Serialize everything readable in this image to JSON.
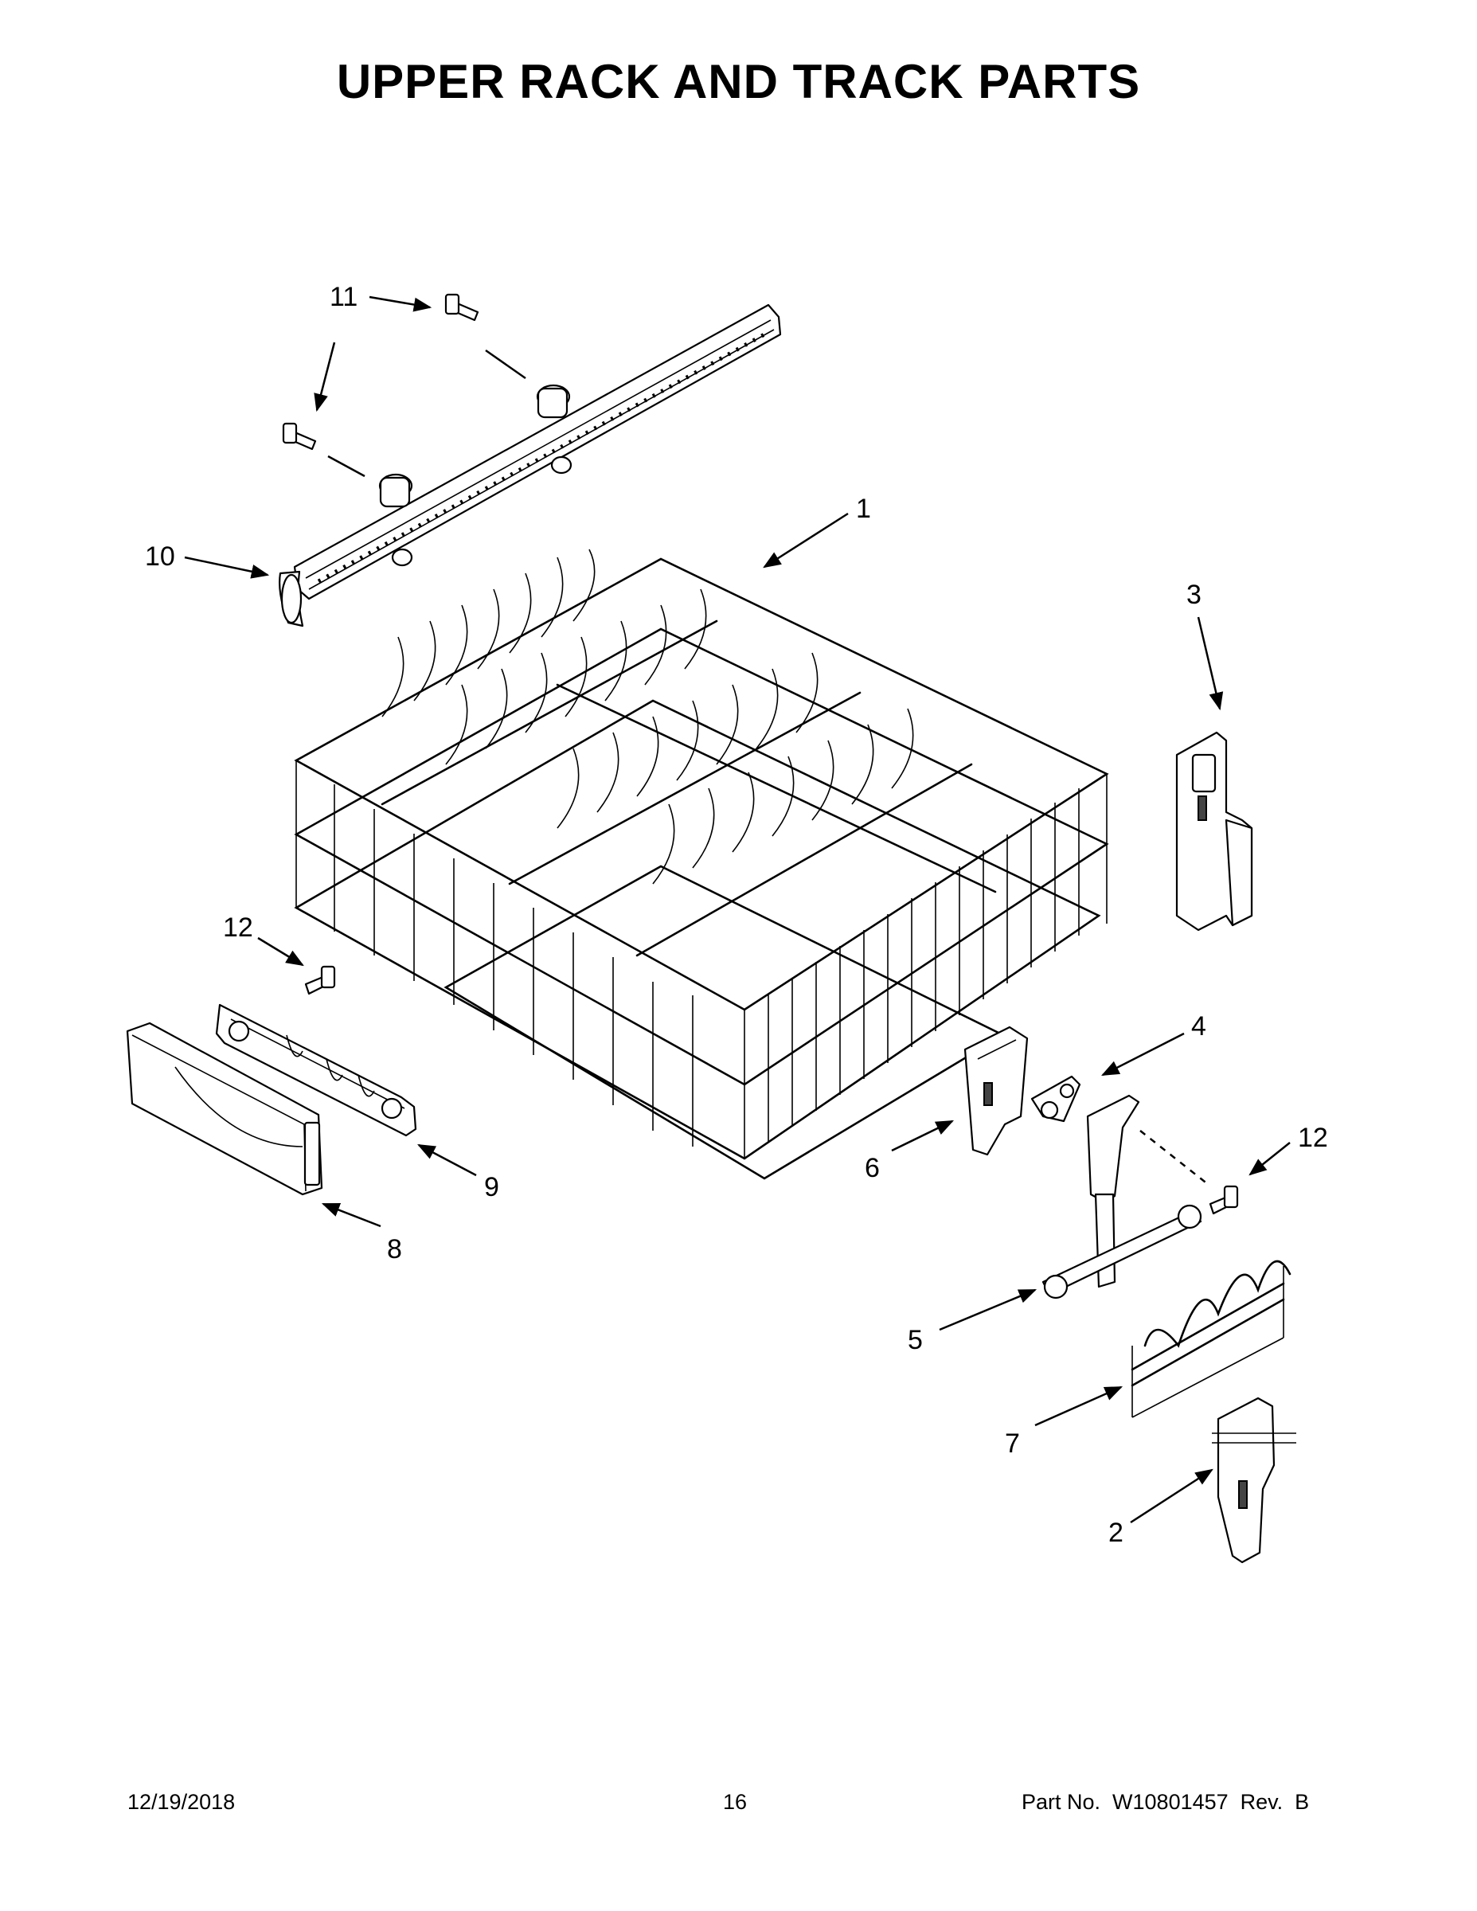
{
  "title": "UPPER RACK AND TRACK PARTS",
  "callouts": [
    {
      "id": "callout-1",
      "label": "1"
    },
    {
      "id": "callout-2",
      "label": "2"
    },
    {
      "id": "callout-3",
      "label": "3"
    },
    {
      "id": "callout-4",
      "label": "4"
    },
    {
      "id": "callout-5",
      "label": "5"
    },
    {
      "id": "callout-6",
      "label": "6"
    },
    {
      "id": "callout-7",
      "label": "7"
    },
    {
      "id": "callout-8",
      "label": "8"
    },
    {
      "id": "callout-9",
      "label": "9"
    },
    {
      "id": "callout-10",
      "label": "10"
    },
    {
      "id": "callout-11",
      "label": "11"
    },
    {
      "id": "callout-12a",
      "label": "12"
    },
    {
      "id": "callout-12b",
      "label": "12"
    }
  ],
  "footer": {
    "date": "12/19/2018",
    "page": "16",
    "part_number": "Part No.  W10801457  Rev.  B"
  }
}
